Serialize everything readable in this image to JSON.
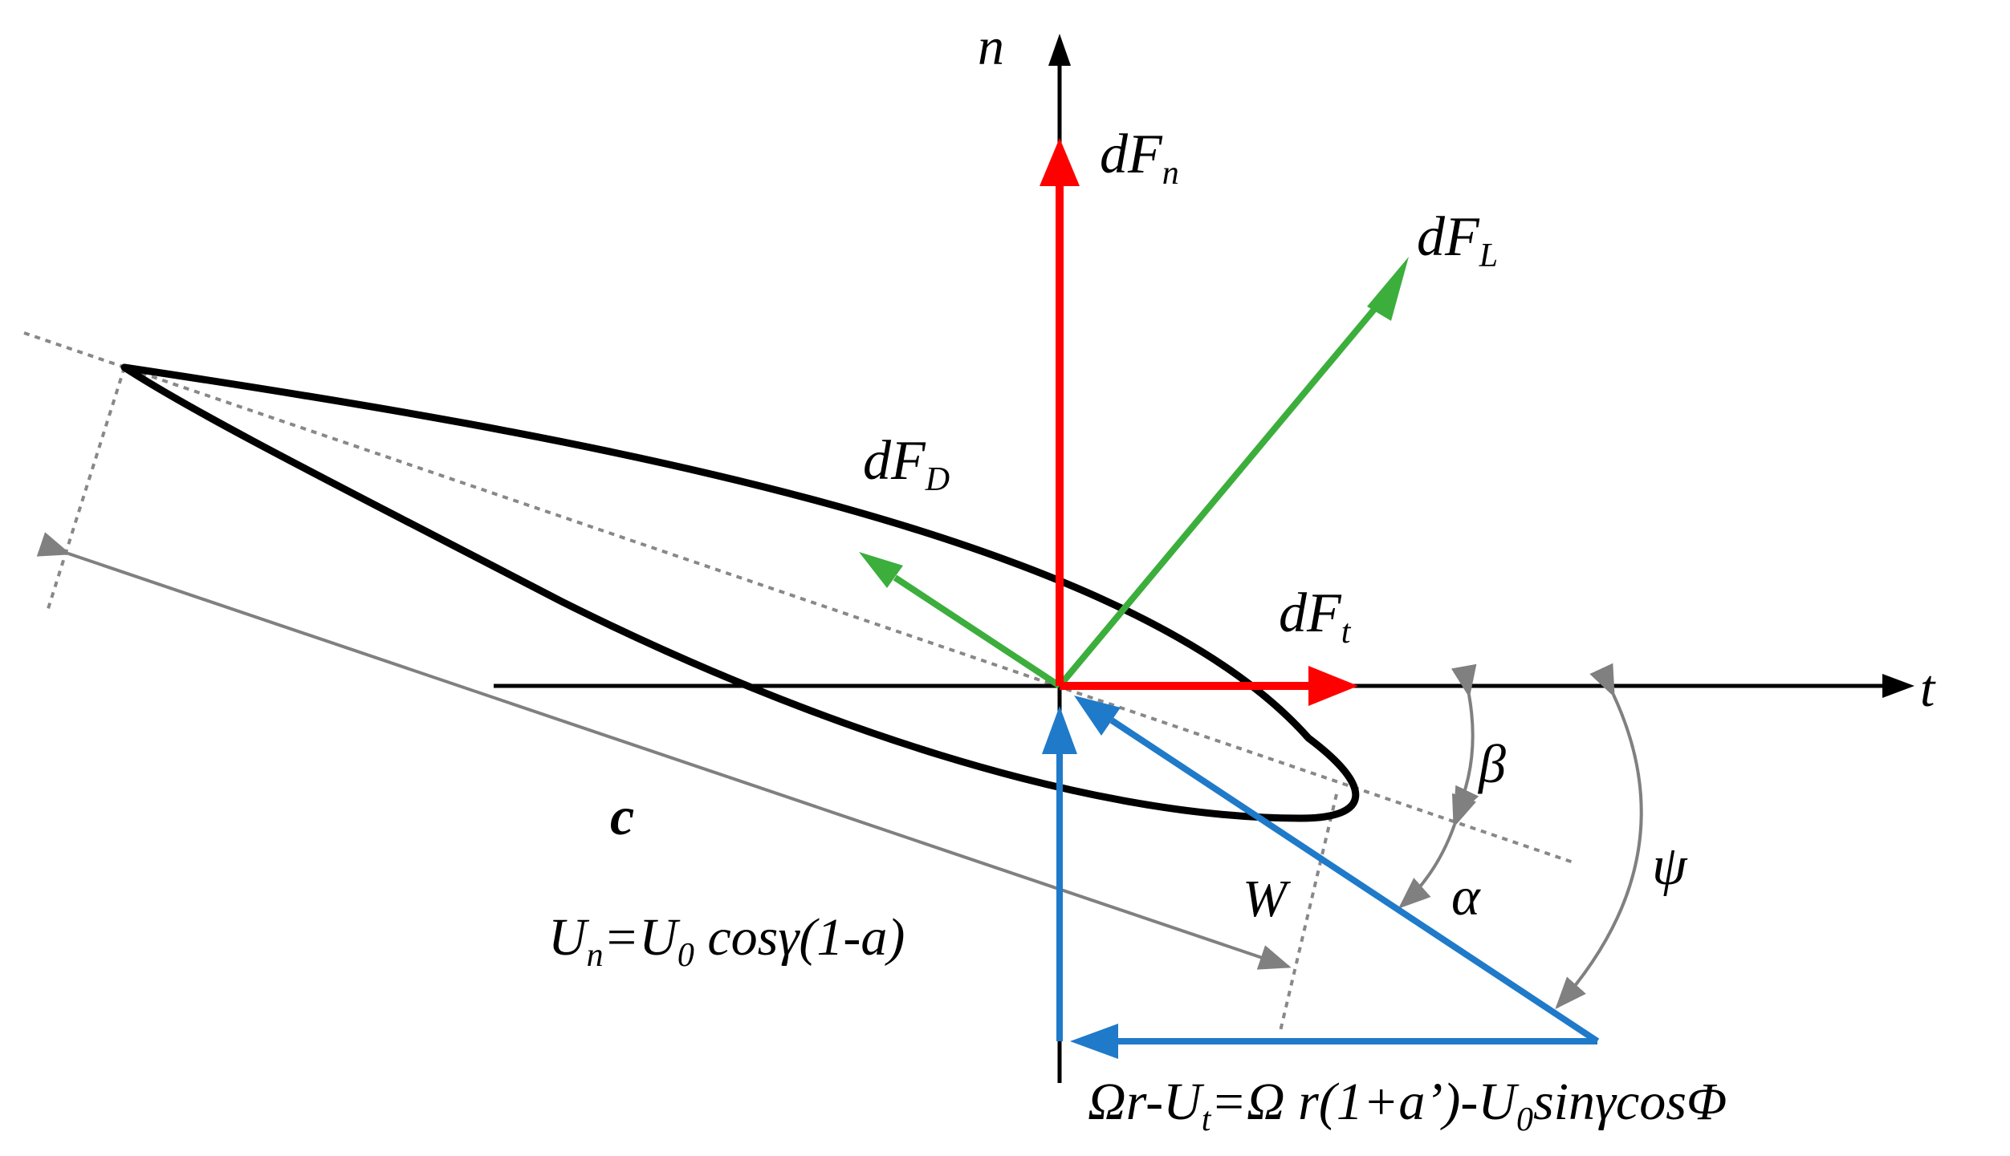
{
  "labels": {
    "axis_n": "n",
    "axis_t": "t",
    "dFn": {
      "main": "dF",
      "sub": "n"
    },
    "dFL": {
      "main": "dF",
      "sub": "L"
    },
    "dFD": {
      "main": "dF",
      "sub": "D"
    },
    "dFt": {
      "main": "dF",
      "sub": "t"
    },
    "chord": "c",
    "beta": "β",
    "alpha": "α",
    "psi": "ψ",
    "W": "W",
    "Un": {
      "p1": "U",
      "p1sub": "n",
      "p2": "=U",
      "p2sub": "0",
      "p3": " cosγ(1-a)"
    },
    "tangential": {
      "p1": "Ωr-U",
      "p1sub": "t",
      "p2": "=Ω r(1+a’)-U",
      "p2sub": "0",
      "p3": "sinγcosΦ"
    }
  },
  "colors": {
    "axes": "#000000",
    "airfoil": "#000000",
    "normal_tangential_force": "#ff0000",
    "lift_drag_force": "#3cae3c",
    "velocity": "#1f7ac9",
    "dimension": "#808080"
  }
}
